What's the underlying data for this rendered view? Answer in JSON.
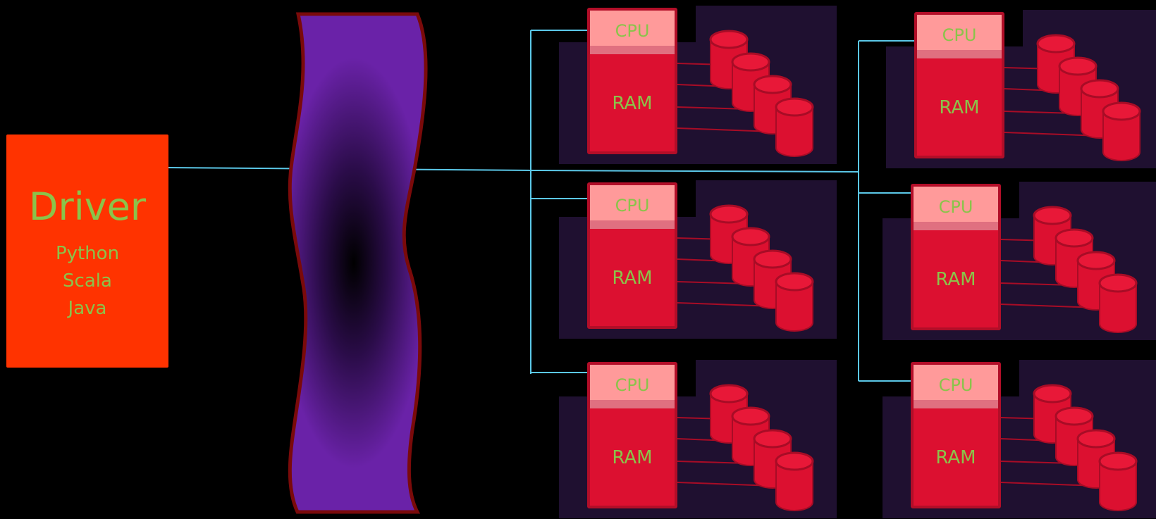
{
  "colors": {
    "background": "#000000",
    "driver_fill": "#ff3300",
    "label_text": "#8bc34a",
    "cluster_manager_fill": "#6a22a8",
    "cluster_manager_border": "#7a0a0a",
    "connector": "#5bc8e8",
    "node_panel": "#1f1030",
    "chip_fill": "#dc1030",
    "cpu_fill": "#ff9a9a",
    "disk_fill": "#dc1030",
    "disk_top": "#e81838",
    "disk_edge": "#a80c26"
  },
  "driver": {
    "title": "Driver",
    "languages": [
      "Python",
      "Scala",
      "Java"
    ]
  },
  "cluster_manager": {},
  "nodes": [
    {
      "cpu_label": "CPU",
      "ram_label": "RAM",
      "disk_count": 4
    },
    {
      "cpu_label": "CPU",
      "ram_label": "RAM",
      "disk_count": 4
    },
    {
      "cpu_label": "CPU",
      "ram_label": "RAM",
      "disk_count": 4
    },
    {
      "cpu_label": "CPU",
      "ram_label": "RAM",
      "disk_count": 4
    },
    {
      "cpu_label": "CPU",
      "ram_label": "RAM",
      "disk_count": 4
    },
    {
      "cpu_label": "CPU",
      "ram_label": "RAM",
      "disk_count": 4
    }
  ]
}
